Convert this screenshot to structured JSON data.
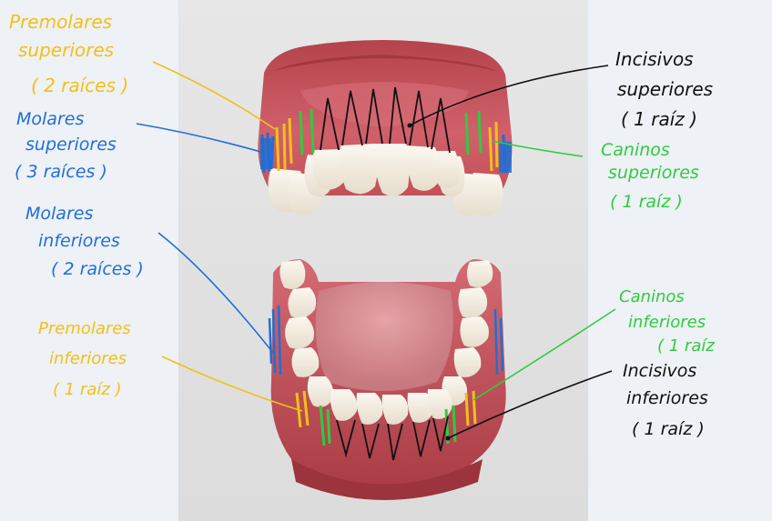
{
  "colors": {
    "yellow": "#f2c018",
    "blue": "#1f6fd6",
    "green": "#2ecc40",
    "black": "#111111",
    "gum": "#c8525a",
    "tooth": "#f4eee2"
  },
  "labels": {
    "premolares_superiores": [
      "Premolares",
      "superiores",
      "( 2 raíces )"
    ],
    "molares_superiores": [
      "Molares",
      "superiores",
      "( 3 raíces )"
    ],
    "molares_inferiores": [
      "Molares",
      "inferiores",
      "( 2 raíces )"
    ],
    "premolares_inferiores": [
      "Premolares",
      "inferiores",
      "( 1 raíz )"
    ],
    "incisivos_superiores": [
      "Incisivos",
      "superiores",
      "( 1 raíz )"
    ],
    "caninos_superiores": [
      "Caninos",
      "superiores",
      "( 1 raíz )"
    ],
    "caninos_inferiores": [
      "Caninos",
      "inferiores",
      "( 1 raíz"
    ],
    "incisivos_inferiores": [
      "Incisivos",
      "inferiores",
      "( 1 raíz )"
    ]
  }
}
